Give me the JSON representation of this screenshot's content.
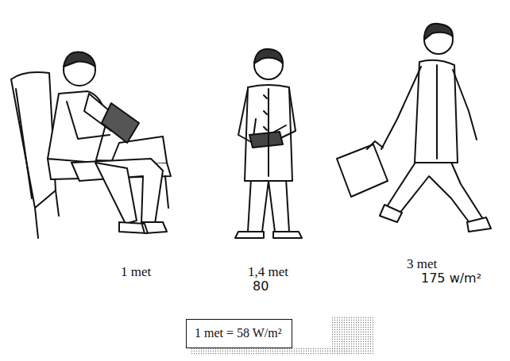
{
  "diagram": {
    "nodes": [
      {
        "text": [
          "1 met = 58 W/m²"
        ]
      }
    ],
    "labels": [
      "1 met",
      "1,4 met",
      "80",
      "3 met",
      "175 w/m²"
    ]
  }
}
